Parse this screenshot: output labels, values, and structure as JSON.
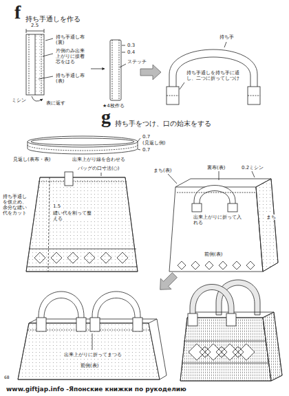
{
  "diagram": {
    "labels": [
      "f",
      "持ち手通しを作る",
      "2.5",
      "持ち手通し布(裏)",
      "片側のみ出来上がりに接着芯をはる",
      "持ち手通し布(表)",
      "ミシン",
      "表に返す",
      "0.3",
      "0.4",
      "ステッチ",
      "★4枚作る",
      "持ち手",
      "持ち手通しを持ち手に通し、二つに折ってしつけ",
      "g",
      "持ち手をつけ、口の始末をする",
      "0.7",
      "(見返し側)",
      "0.7",
      "見返し(表布・表)",
      "出来上がり線を合わせる",
      "バッグの口寸法(○)",
      "持ち手通しを仮止め、余分な縫い代をカット",
      "1.5",
      "縫い代を割って整える",
      "まち(表)",
      "裏布(表)",
      "0.2ミシン",
      "出来上がりに折って入れる",
      "まち",
      "前側(表)",
      "出来上がりに折ってまつる",
      "前側(表)",
      "68",
      "www.giftjap.info -Японские книжки по рукоделию"
    ]
  }
}
